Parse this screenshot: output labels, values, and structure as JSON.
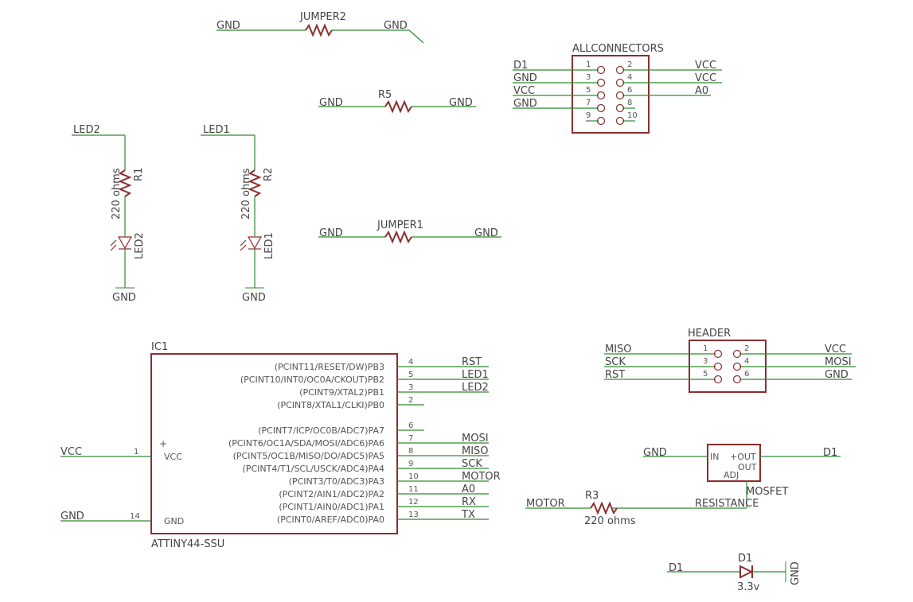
{
  "jumper2": {
    "name": "JUMPER2",
    "left": "GND",
    "right": "GND"
  },
  "r5": {
    "name": "R5",
    "left": "GND",
    "right": "GND"
  },
  "jumper1": {
    "name": "JUMPER1",
    "left": "GND",
    "right": "GND"
  },
  "led2_branch": {
    "net": "LED2",
    "res_name": "R1",
    "res_value": "220 ohms",
    "led_name": "LED2",
    "gnd": "GND"
  },
  "led1_branch": {
    "net": "LED1",
    "res_name": "R2",
    "res_value": "220 ohms",
    "led_name": "LED1",
    "gnd": "GND"
  },
  "allconnectors": {
    "title": "ALLCONNECTORS",
    "left_nets": [
      "D1",
      "GND",
      "VCC",
      "GND"
    ],
    "right_nets": [
      "VCC",
      "VCC",
      "A0"
    ],
    "pins_left": [
      "1",
      "3",
      "5",
      "7",
      "9"
    ],
    "pins_right": [
      "2",
      "4",
      "6",
      "8",
      "10"
    ]
  },
  "header": {
    "title": "HEADER",
    "left_nets": [
      "MISO",
      "SCK",
      "RST"
    ],
    "right_nets": [
      "VCC",
      "MOSI",
      "GND"
    ],
    "pins_left": [
      "1",
      "3",
      "5"
    ],
    "pins_right": [
      "2",
      "4",
      "6"
    ]
  },
  "ic1": {
    "ref": "IC1",
    "part": "ATTINY44-SSU",
    "left_pins": [
      {
        "num": "1",
        "label": "VCC",
        "net": "VCC"
      },
      {
        "num": "14",
        "label": "GND",
        "net": "GND"
      }
    ],
    "right_pins": [
      {
        "label": "(PCINT11/RESET/DW)PB3",
        "num": "4",
        "net": "RST"
      },
      {
        "label": "(PCINT10/INT0/OC0A/CKOUT)PB2",
        "num": "5",
        "net": "LED1"
      },
      {
        "label": "(PCINT9/XTAL2)PB1",
        "num": "3",
        "net": "LED2"
      },
      {
        "label": "(PCINT8/XTAL1/CLKI)PB0",
        "num": "2",
        "net": ""
      },
      {
        "label": "(PCINT7/ICP/OC0B/ADC7)PA7",
        "num": "6",
        "net": ""
      },
      {
        "label": "(PCINT6/OC1A/SDA/MOSI/ADC6)PA6",
        "num": "7",
        "net": "MOSI"
      },
      {
        "label": "(PCINT5/OC1B/MISO/DO/ADC5)PA5",
        "num": "8",
        "net": "MISO"
      },
      {
        "label": "(PCINT4/T1/SCL/USCK/ADC4)PA4",
        "num": "9",
        "net": "SCK"
      },
      {
        "label": "(PCINT3/T0/ADC3)PA3",
        "num": "10",
        "net": "MOTOR"
      },
      {
        "label": "(PCINT2/AIN1/ADC2)PA2",
        "num": "11",
        "net": "A0"
      },
      {
        "label": "(PCINT1/AIN0/ADC1)PA1",
        "num": "12",
        "net": "RX"
      },
      {
        "label": "(PCINT0/AREF/ADC0)PA0",
        "num": "13",
        "net": "TX"
      }
    ]
  },
  "mosfet": {
    "name": "MOSFET",
    "pin_in": "IN",
    "pin_out1": "+OUT",
    "pin_out2": "OUT",
    "pin_adj": "ADJ",
    "left_net": "GND",
    "right_net": "D1",
    "adj_net": "RESISTANCE"
  },
  "r3": {
    "name": "R3",
    "value": "220 ohms",
    "left_net": "MOTOR"
  },
  "d1": {
    "name": "D1",
    "value": "3.3v",
    "left_net": "D1",
    "gnd": "GND"
  }
}
